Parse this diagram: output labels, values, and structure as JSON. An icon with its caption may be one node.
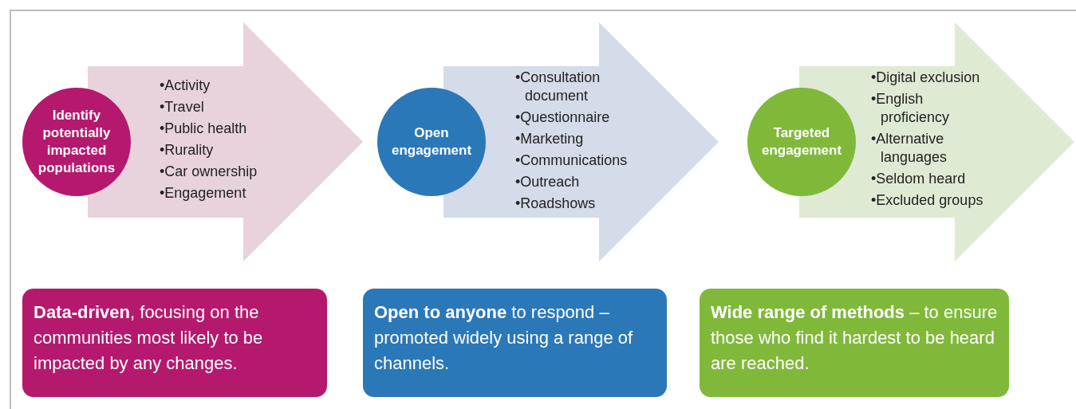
{
  "diagram": {
    "nodes": [
      {
        "text": [
          "Identify potentially impacted populations"
        ]
      },
      {
        "text": [
          "•Activity",
          "•Travel",
          "•Public health",
          "•Rurality",
          "•Car ownership",
          "•Engagement"
        ]
      },
      {
        "text": [
          "Open engagement"
        ]
      },
      {
        "text": [
          "•Consultation document",
          "•Questionnaire",
          "•Marketing",
          "•Communications",
          "•Outreach",
          "•Roadshows"
        ]
      },
      {
        "text": [
          "Targeted engagement"
        ]
      },
      {
        "text": [
          "•Digital exclusion",
          "•English proficiency",
          "•Alternative languages",
          "•Seldom heard",
          "•Excluded groups"
        ]
      },
      {
        "text": [
          "**Data-driven**, focusing on the communities most likely to be impacted by any changes."
        ]
      },
      {
        "text": [
          "**Open to anyone** to respond – promoted widely using a range of channels."
        ]
      },
      {
        "text": [
          "**Wide range of methods** – to ensure those who find it hardest to be heard are reached."
        ]
      }
    ],
    "edges": []
  }
}
